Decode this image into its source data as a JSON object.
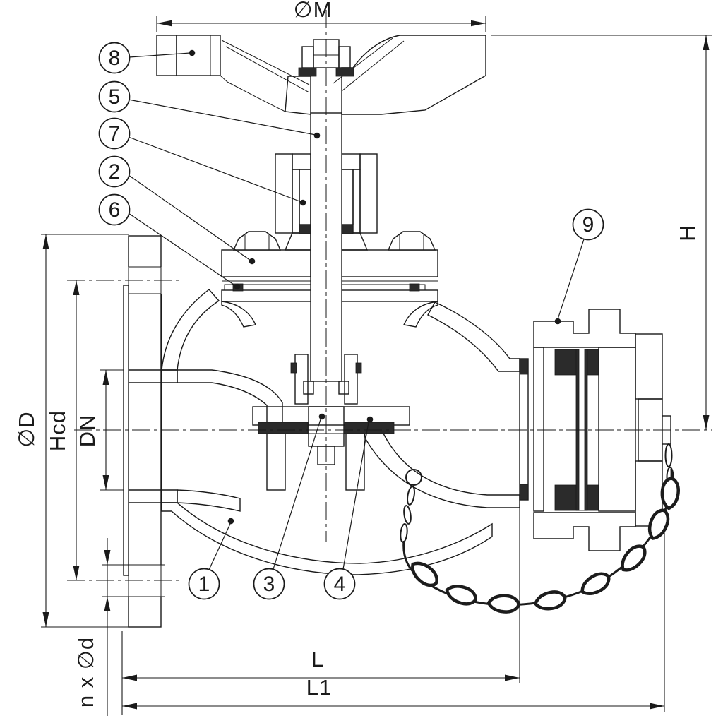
{
  "colors": {
    "ink": "#1a1a1a",
    "paper": "#ffffff"
  },
  "dimensions": {
    "wheel_diameter": "∅M",
    "height": "H",
    "flange_od": "∅D",
    "bolt_circle": "Hcd",
    "bore": "DN",
    "bolt_holes": "n x ∅d",
    "face_to_face": "L",
    "overall_length": "L1"
  },
  "callouts": [
    {
      "number": "1"
    },
    {
      "number": "2"
    },
    {
      "number": "3"
    },
    {
      "number": "4"
    },
    {
      "number": "5"
    },
    {
      "number": "6"
    },
    {
      "number": "7"
    },
    {
      "number": "8"
    },
    {
      "number": "9"
    }
  ]
}
